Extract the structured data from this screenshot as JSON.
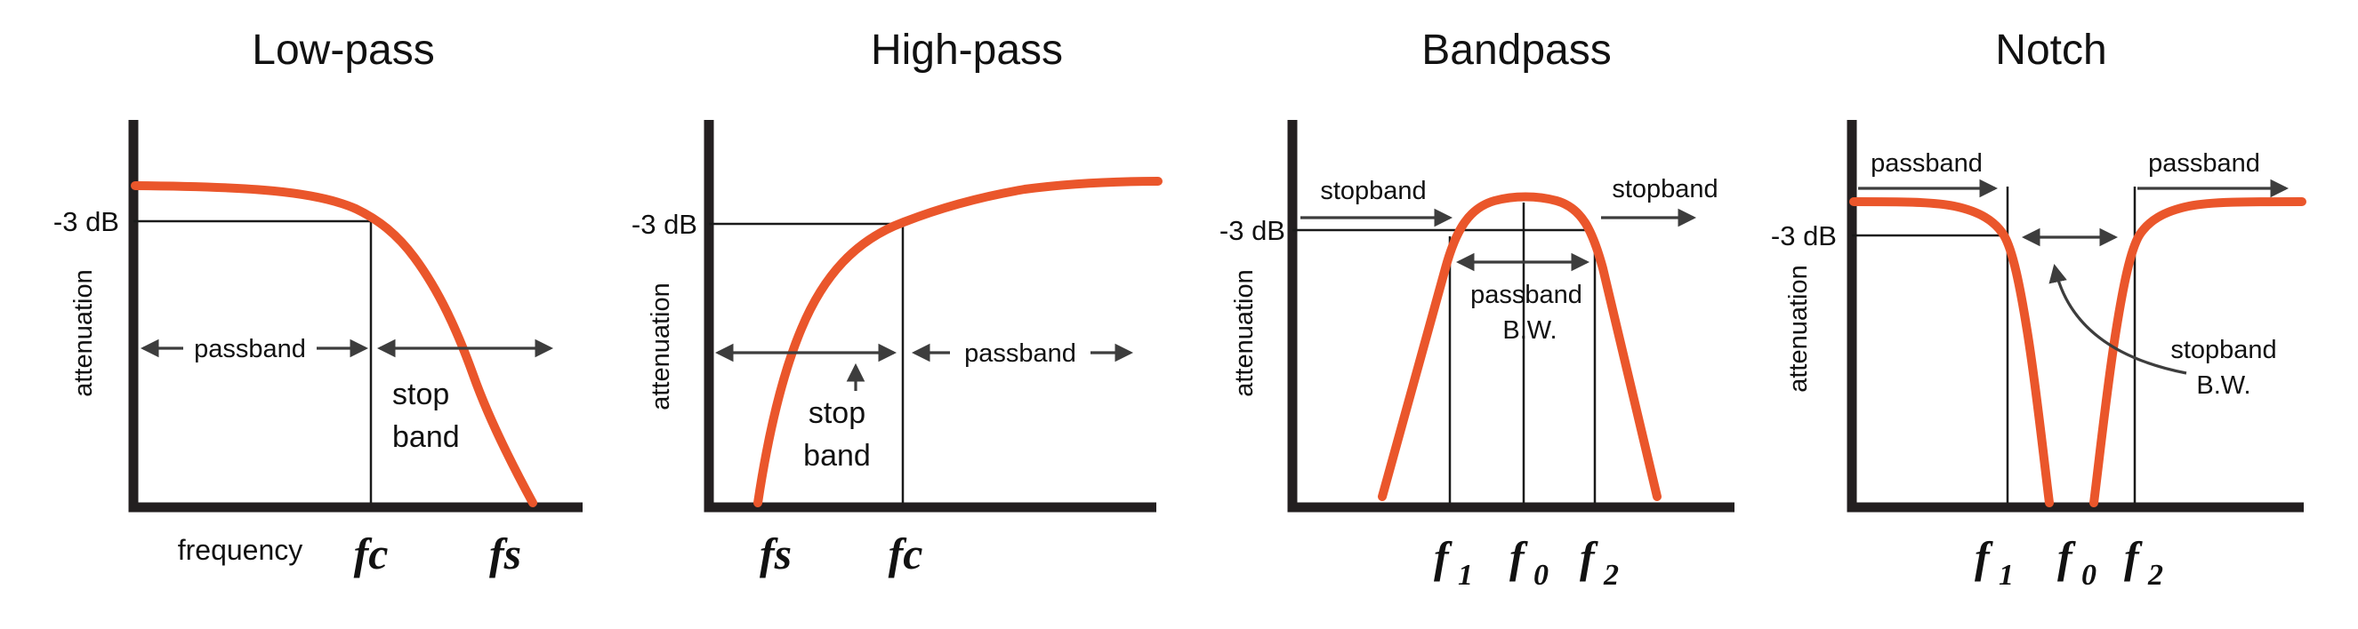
{
  "figure": {
    "description_colors": {
      "curve": "#EA562B",
      "axis": "#231F20",
      "arrow": "#3D3D3D",
      "text": "#111111",
      "background": "#FFFFFF"
    }
  },
  "panels": [
    {
      "title": "Low-pass",
      "ylabel": "attenuation",
      "db_label": "-3 dB",
      "passband_label": "passband",
      "stopband_line1": "stop",
      "stopband_line2": "band",
      "xlabel": "frequency",
      "f_labels": [
        {
          "main": "fc"
        },
        {
          "main": "fs"
        }
      ]
    },
    {
      "title": "High-pass",
      "ylabel": "attenuation",
      "db_label": "-3 dB",
      "passband_label": "passband",
      "stopband_line1": "stop",
      "stopband_line2": "band",
      "f_labels": [
        {
          "main": "fs"
        },
        {
          "main": "fc"
        }
      ]
    },
    {
      "title": "Bandpass",
      "ylabel": "attenuation",
      "db_label": "-3 dB",
      "stopband_left_label": "stopband",
      "stopband_right_label": "stopband",
      "bw_line1": "passband",
      "bw_line2": "B.W.",
      "f_labels": [
        {
          "main": "f",
          "sub": "1"
        },
        {
          "main": "f",
          "sub": "0"
        },
        {
          "main": "f",
          "sub": "2"
        }
      ]
    },
    {
      "title": "Notch",
      "ylabel": "attenuation",
      "db_label": "-3 dB",
      "passband_left_label": "passband",
      "passband_right_label": "passband",
      "bw_line1": "stopband",
      "bw_line2": "B.W.",
      "f_labels": [
        {
          "main": "f",
          "sub": "1"
        },
        {
          "main": "f",
          "sub": "0"
        },
        {
          "main": "f",
          "sub": "2"
        }
      ]
    }
  ]
}
